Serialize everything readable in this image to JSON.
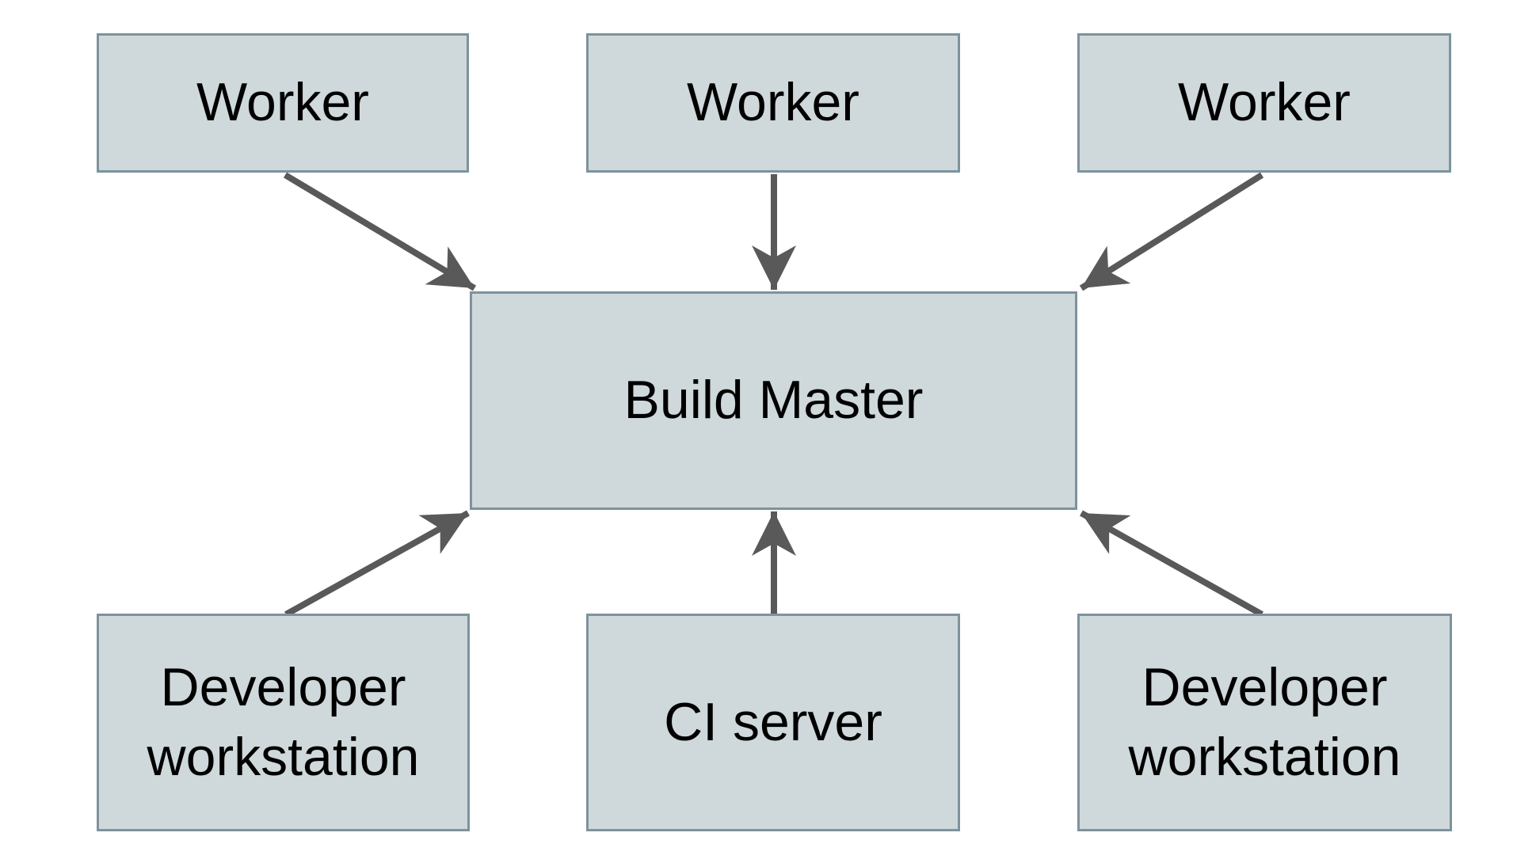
{
  "diagram": {
    "background_color": "#ffffff",
    "node_fill_color": "#cfd8da",
    "node_border_color": "#7d939e",
    "arrow_color": "#595959",
    "text_color": "#000000",
    "nodes": {
      "worker_1": {
        "label": "Worker"
      },
      "worker_2": {
        "label": "Worker"
      },
      "worker_3": {
        "label": "Worker"
      },
      "build_master": {
        "label": "Build Master"
      },
      "dev_workstation_left": {
        "label": "Developer workstation"
      },
      "ci_server": {
        "label": "CI server"
      },
      "dev_workstation_right": {
        "label": "Developer workstation"
      }
    },
    "edges": [
      {
        "from": "worker_1",
        "to": "build_master"
      },
      {
        "from": "worker_2",
        "to": "build_master"
      },
      {
        "from": "worker_3",
        "to": "build_master"
      },
      {
        "from": "dev_workstation_left",
        "to": "build_master"
      },
      {
        "from": "ci_server",
        "to": "build_master"
      },
      {
        "from": "dev_workstation_right",
        "to": "build_master"
      }
    ]
  }
}
